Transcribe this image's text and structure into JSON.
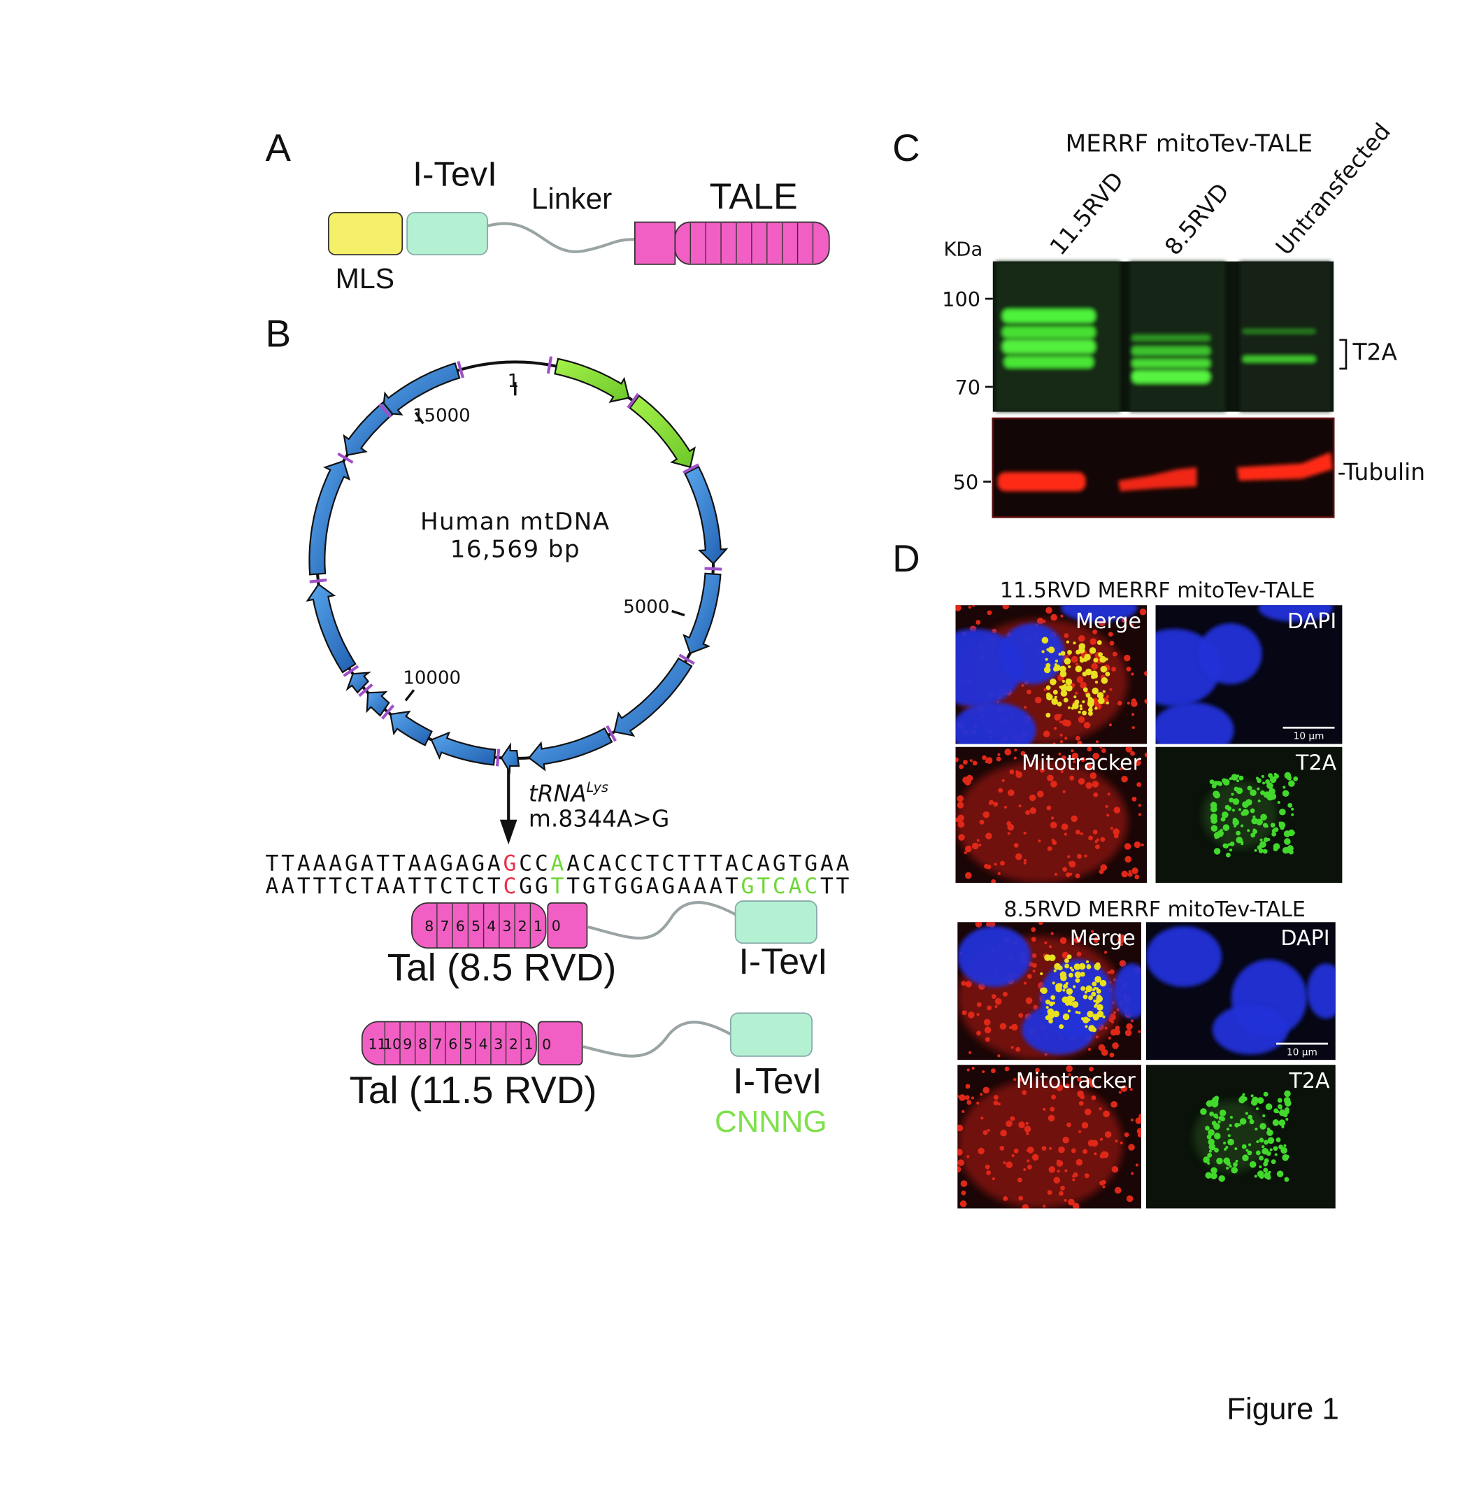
{
  "figure_label": "Figure 1",
  "panelA": {
    "letter": "A",
    "mls": "MLS",
    "itevi": "I-TevI",
    "linker": "Linker",
    "tale": "TALE",
    "colors": {
      "mls": "#f5f06a",
      "itevi": "#b4f0d2",
      "tale": "#f15fc4"
    }
  },
  "panelB": {
    "letter": "B",
    "map_title": "Human mtDNA",
    "map_size": "16,569 bp",
    "ticks": [
      "1",
      "5000",
      "10000",
      "15000"
    ],
    "mutation_gene": "tRNA",
    "mutation_gene_sup": "Lys",
    "mutation": "m.8344A>G",
    "seq_top": [
      {
        "text": "TTAAAGATTAAGAGA",
        "color": "#111111"
      },
      {
        "text": "G",
        "color": "#e8304a"
      },
      {
        "text": "CC",
        "color": "#111111"
      },
      {
        "text": "A",
        "color": "#6fd838"
      },
      {
        "text": "ACACCTCTTTACAGTGAA",
        "color": "#111111"
      }
    ],
    "seq_bottom": [
      {
        "text": "AATTTCTAATTCTCT",
        "color": "#111111"
      },
      {
        "text": "C",
        "color": "#e8304a"
      },
      {
        "text": "GG",
        "color": "#111111"
      },
      {
        "text": "T",
        "color": "#6fd838"
      },
      {
        "text": "TGTGGAGAAAT",
        "color": "#111111"
      },
      {
        "text": "GTCAC",
        "color": "#6fd838"
      },
      {
        "text": "TT",
        "color": "#111111"
      }
    ],
    "constructs": [
      {
        "name": "Tal (8.5 RVD)",
        "repeats": [
          "8",
          "7",
          "6",
          "5",
          "4",
          "3",
          "2",
          "1"
        ],
        "cap": "0",
        "partner": "I-TevI"
      },
      {
        "name": "Tal (11.5 RVD)",
        "repeats": [
          "11",
          "10",
          "9",
          "8",
          "7",
          "6",
          "5",
          "4",
          "3",
          "2",
          "1"
        ],
        "cap": "0",
        "partner": "I-TevI",
        "motif": "CNNNG"
      }
    ],
    "colors": {
      "gene_blue": "#3a86d8",
      "gene_green": "#8ee83a",
      "trna": "#a050c8"
    }
  },
  "panelC": {
    "letter": "C",
    "title": "MERRF mitoTev-TALE",
    "lanes": [
      "11.5RVD",
      "8.5RVD",
      "Untransfected"
    ],
    "unit": "KDa",
    "markers": [
      "100",
      "70",
      "50"
    ],
    "band_t2a": "T2A",
    "band_tubulin": "-Tubulin"
  },
  "panelD": {
    "letter": "D",
    "groups": [
      {
        "title": "11.5RVD MERRF mitoTev-TALE",
        "panels": [
          "Merge",
          "DAPI",
          "Mitotracker",
          "T2A"
        ],
        "scale": "10 µm"
      },
      {
        "title": "8.5RVD MERRF mitoTev-TALE",
        "panels": [
          "Merge",
          "DAPI",
          "Mitotracker",
          "T2A"
        ],
        "scale": "10 µm"
      }
    ]
  }
}
